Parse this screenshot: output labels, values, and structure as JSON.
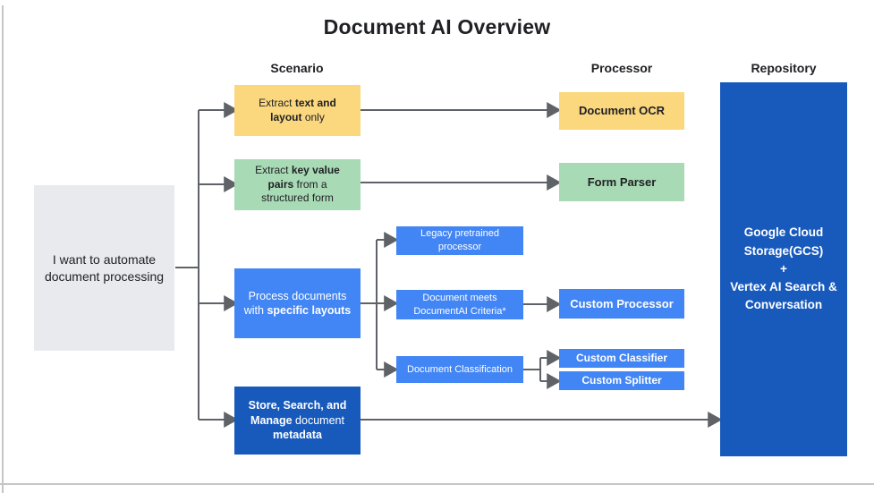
{
  "title": "Document AI Overview",
  "column_headers": {
    "scenario": "Scenario",
    "processor": "Processor",
    "repository": "Repository"
  },
  "colors": {
    "yellow": "#FBD77E",
    "green": "#A8DAB5",
    "blue": "#4285F4",
    "dark_blue": "#185ABC",
    "gray_box": "#E8EAED",
    "connector": "#5F6368",
    "text_dark": "#202124",
    "text_light": "#FFFFFF"
  },
  "start_box": {
    "parts": [
      {
        "text": "I want to automate document processing",
        "bold": false
      }
    ]
  },
  "scenarios": {
    "extract_text": {
      "parts": [
        {
          "text": "Extract ",
          "bold": false
        },
        {
          "text": "text and layout",
          "bold": true
        },
        {
          "text": " only",
          "bold": false
        }
      ]
    },
    "extract_key_value": {
      "parts": [
        {
          "text": "Extract ",
          "bold": false
        },
        {
          "text": "key value pairs",
          "bold": true
        },
        {
          "text": " from a structured form",
          "bold": false
        }
      ]
    },
    "specific_layouts": {
      "parts": [
        {
          "text": "Process documents with ",
          "bold": false
        },
        {
          "text": "specific layouts",
          "bold": true
        }
      ]
    },
    "store_manage": {
      "parts": [
        {
          "text": "Store, Search, and Manage",
          "bold": true
        },
        {
          "text": " document ",
          "bold": false
        },
        {
          "text": "metadata",
          "bold": true
        }
      ]
    }
  },
  "decision_boxes": {
    "legacy": "Legacy pretrained processor",
    "criteria": "Document meets DocumentAI Criteria*",
    "classification": "Document Classification"
  },
  "processors": {
    "document_ocr": "Document OCR",
    "form_parser": "Form Parser",
    "custom_processor": "Custom Processor",
    "custom_classifier": "Custom Classifier",
    "custom_splitter": "Custom Splitter"
  },
  "repository": {
    "lines": [
      "Google Cloud Storage(GCS)",
      "+",
      "Vertex AI Search & Conversation"
    ]
  }
}
